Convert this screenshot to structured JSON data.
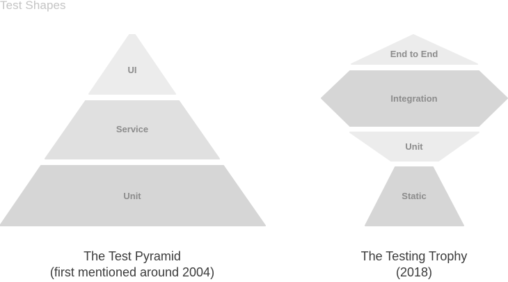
{
  "title": "Test Shapes",
  "pyramid": {
    "layers": {
      "top": "UI",
      "middle": "Service",
      "bottom": "Unit"
    },
    "caption_line1": "The Test Pyramid",
    "caption_line2": "(first mentioned around 2004)"
  },
  "trophy": {
    "layers": {
      "top": "End to End",
      "integration": "Integration",
      "unit": "Unit",
      "static": "Static"
    },
    "caption_line1": "The Testing Trophy",
    "caption_line2": "(2018)"
  },
  "colors": {
    "light_fill": "#ececec",
    "mid_fill": "#e0e0e0",
    "dark_fill": "#d6d6d6",
    "label": "#8c8c8c",
    "caption": "#3a3a3a",
    "title": "#c4c4c4"
  }
}
